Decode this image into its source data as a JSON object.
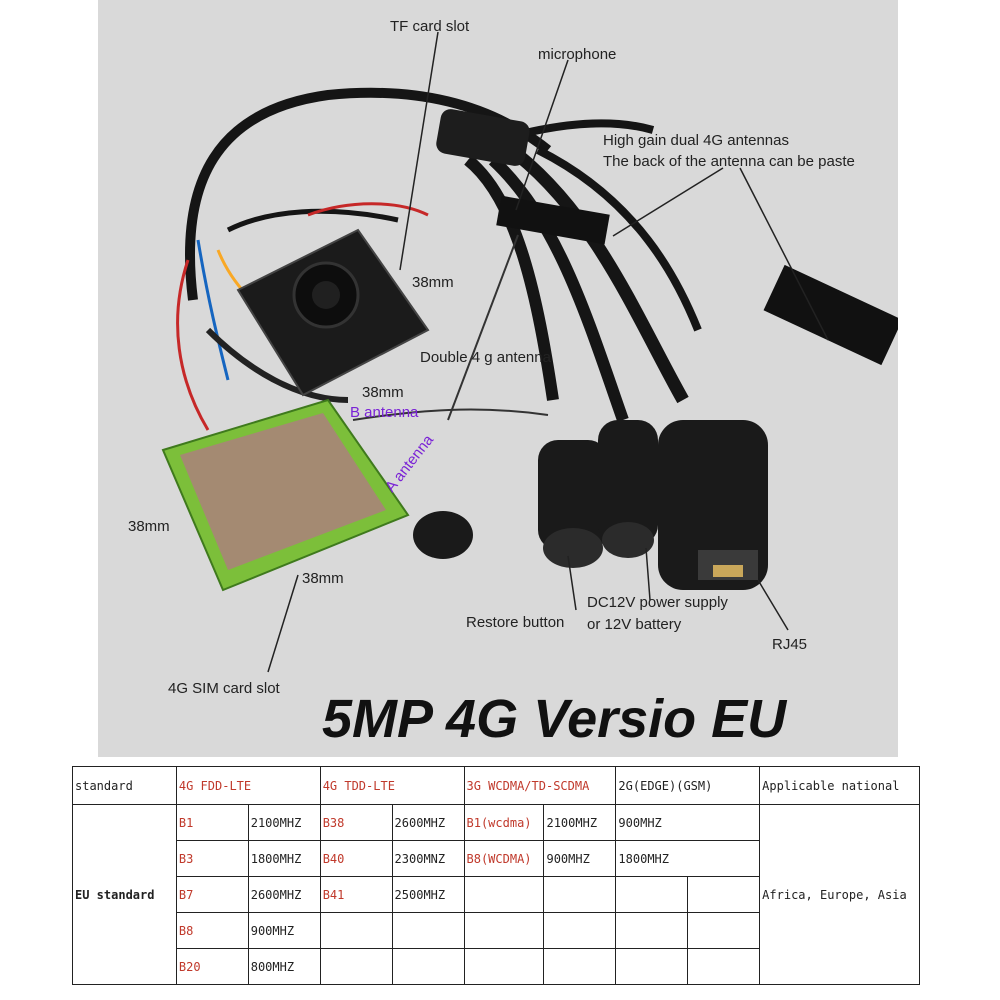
{
  "labels": {
    "tf_slot": "TF card slot",
    "microphone": "microphone",
    "antennas_line1": "High gain dual 4G antennas",
    "antennas_line2": "The back of the antenna can be paste",
    "dim_38_a": "38mm",
    "double_antenna": "Double 4 g antenna",
    "dim_38_b": "38mm",
    "b_antenna": "B antenna",
    "a_antenna": "A antenna",
    "dim_38_c": "38mm",
    "dim_38_d": "38mm",
    "restore": "Restore button",
    "dc12v_line1": "DC12V power supply",
    "dc12v_line2": "or 12V battery",
    "rj45": "RJ45",
    "sim_slot": "4G SIM card slot"
  },
  "headline": "5MP 4G Versio EU",
  "colors": {
    "purple": "#7a22d6",
    "red": "#c0392b",
    "photo_bg": "#d9d9d9"
  },
  "table": {
    "header": {
      "standard": "standard",
      "fdd": "4G FDD-LTE",
      "tdd": "4G TDD-LTE",
      "wcdma": "3G WCDMA/TD-SCDMA",
      "gsm": "2G(EDGE)(GSM)",
      "national": "Applicable national"
    },
    "row_label": "EU standard",
    "national_value": "Africa, Europe, Asia",
    "fdd": [
      {
        "band": "B1",
        "freq": "2100MHZ"
      },
      {
        "band": "B3",
        "freq": "1800MHZ"
      },
      {
        "band": "B7",
        "freq": "2600MHZ"
      },
      {
        "band": "B8",
        "freq": "900MHZ"
      },
      {
        "band": "B20",
        "freq": "800MHZ"
      }
    ],
    "tdd": [
      {
        "band": "B38",
        "freq": "2600MHZ"
      },
      {
        "band": "B40",
        "freq": "2300MNZ"
      },
      {
        "band": "B41",
        "freq": "2500MHZ"
      }
    ],
    "wcdma": [
      {
        "band": "B1(wcdma)",
        "freq": "2100MHZ"
      },
      {
        "band": "B8(WCDMA)",
        "freq": "900MHZ"
      }
    ],
    "gsm": [
      "900MHZ",
      "1800MHZ"
    ]
  }
}
